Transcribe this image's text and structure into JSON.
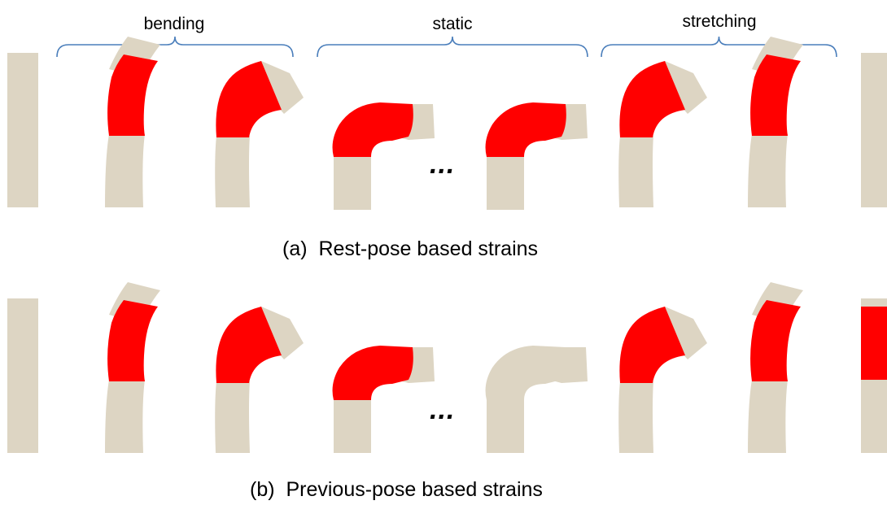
{
  "labels": {
    "bending": "bending",
    "static": "static",
    "stretching": "stretching"
  },
  "captions": {
    "a_tag": "(a)",
    "a_text": "Rest-pose based strains",
    "b_tag": "(b)",
    "b_text": "Previous-pose based strains"
  },
  "ellipsis": "...",
  "colors": {
    "limb": "#ddd5c3",
    "strain": "#ff0000",
    "brace": "#4a7ebb"
  },
  "rows": [
    {
      "name": "rest-pose",
      "frames": [
        {
          "pose": "straight",
          "strain": false
        },
        {
          "pose": "bent-medium",
          "strain": true
        },
        {
          "pose": "bent-more",
          "strain": true
        },
        {
          "pose": "bent-sharp",
          "strain": true
        },
        {
          "pose": "bent-sharp",
          "strain": true
        },
        {
          "pose": "bent-more",
          "strain": true
        },
        {
          "pose": "bent-medium",
          "strain": true
        },
        {
          "pose": "straight",
          "strain": false
        }
      ]
    },
    {
      "name": "previous-pose",
      "frames": [
        {
          "pose": "straight",
          "strain": false
        },
        {
          "pose": "bent-medium",
          "strain": true
        },
        {
          "pose": "bent-more",
          "strain": true
        },
        {
          "pose": "bent-sharp",
          "strain": true
        },
        {
          "pose": "bent-sharp",
          "strain": false
        },
        {
          "pose": "bent-more",
          "strain": true
        },
        {
          "pose": "bent-medium",
          "strain": true
        },
        {
          "pose": "straight",
          "strain": true
        }
      ]
    }
  ]
}
